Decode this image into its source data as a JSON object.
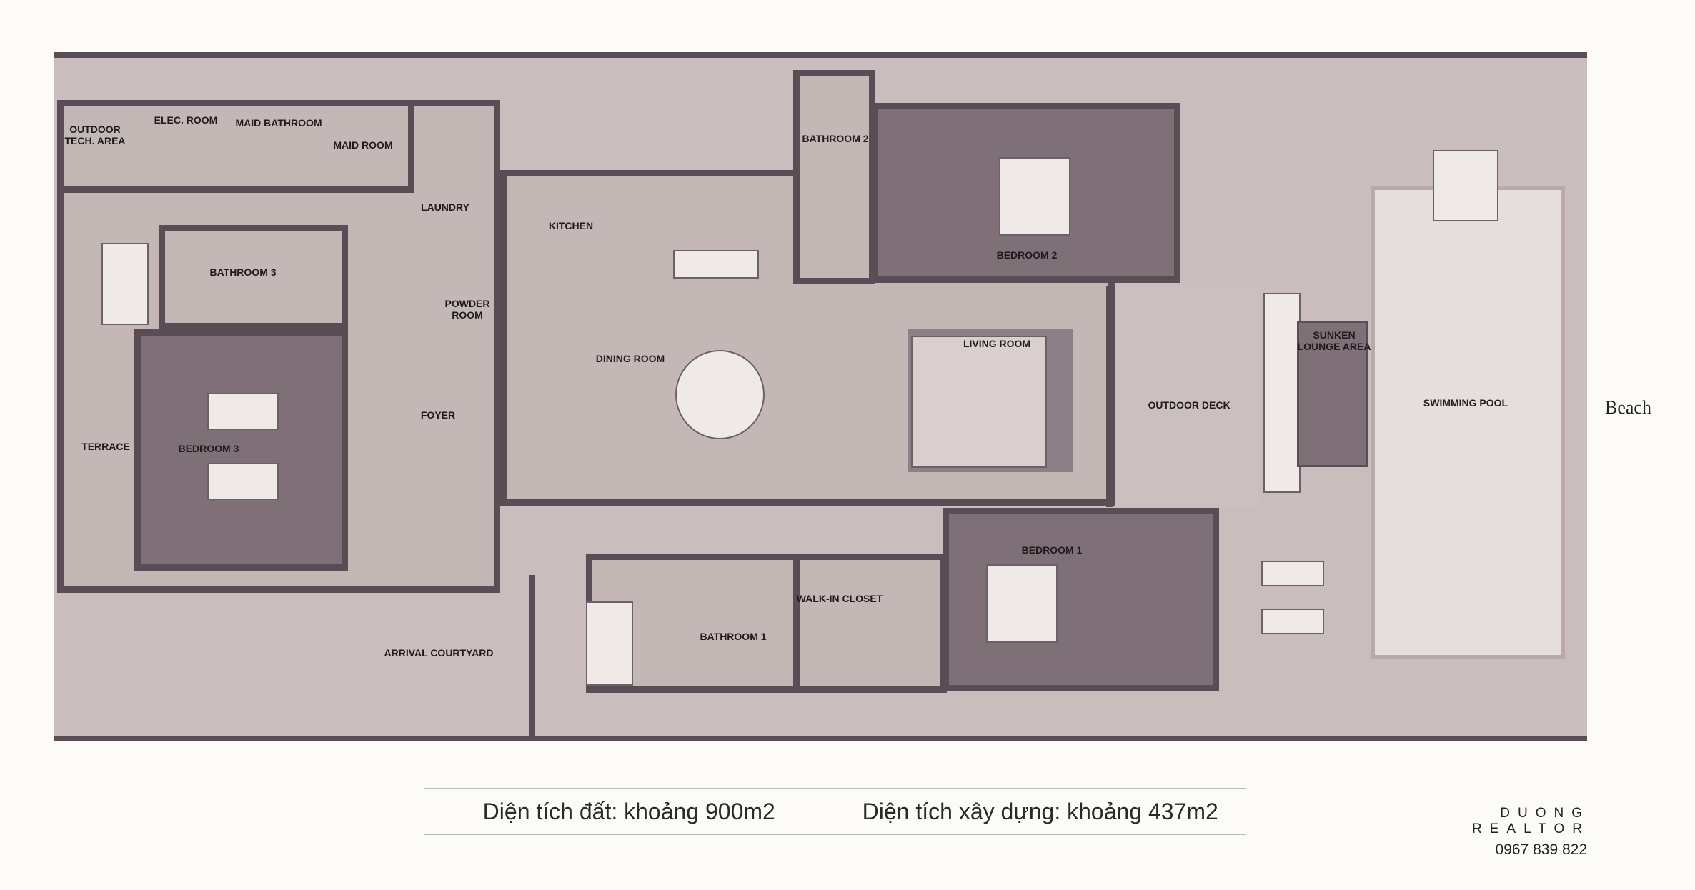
{
  "plan": {
    "rooms": [
      "OUTDOOR\nTECH. AREA",
      "ELEC. ROOM",
      "MAID BATHROOM",
      "MAID ROOM",
      "LAUNDRY",
      "KITCHEN",
      "BATHROOM 2",
      "BEDROOM 2",
      "BATHROOM 3",
      "POWDER\nROOM",
      "DINING ROOM",
      "LIVING ROOM",
      "FOYER",
      "TERRACE",
      "BEDROOM 3",
      "OUTDOOR DECK",
      "SUNKEN\nLOUNGE AREA",
      "SWIMMING POOL",
      "BEDROOM 1",
      "WALK-IN CLOSET",
      "BATHROOM 1",
      "ARRIVAL COURTYARD"
    ],
    "orientation_label": "Beach",
    "colors": {
      "wall": "#5a4d55",
      "floor": "#c4b8b7",
      "bedroom_floor": "#7f7078",
      "pool": "#e6dedd",
      "background": "#fdfbf8"
    }
  },
  "info": {
    "land_area": "Diện tích đất: khoảng 900m2",
    "built_area": "Diện tích xây dựng: khoảng 437m2"
  },
  "brand": {
    "name": "DUONG REALTOR",
    "phone": "0967 839 822"
  }
}
